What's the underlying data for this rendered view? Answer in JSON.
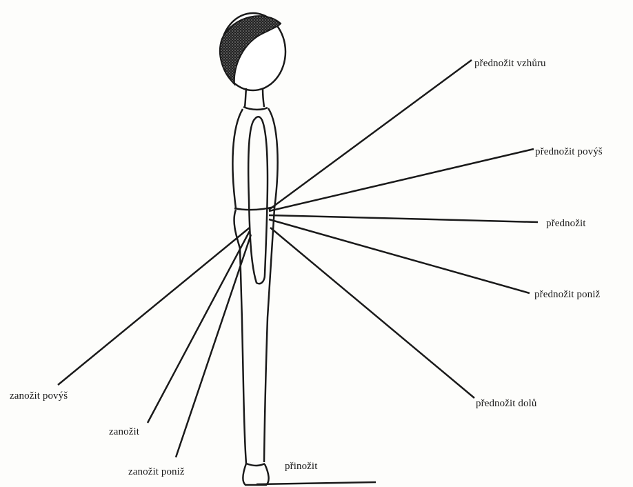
{
  "diagram": {
    "labels": {
      "prednozit_vzhuru": "přednožit vzhůru",
      "prednozit_povys": "přednožit povýš",
      "prednozit": "přednožit",
      "prednozit_poniz": "přednožit poniž",
      "prednozit_dolu": "přednožit dolů",
      "zanozit_povys": "zanožit povýš",
      "zanozit": "zanožit",
      "zanozit_poniz": "zanožit poniž",
      "prinozit": "přinožit"
    },
    "colors": {
      "ink": "#1a1a1a",
      "hair": "#222222",
      "paper": "#fdfdfb"
    }
  }
}
